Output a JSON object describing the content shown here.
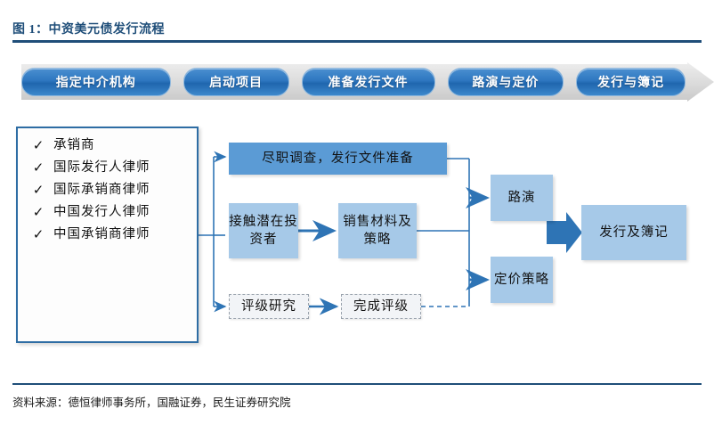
{
  "figure": {
    "title": "图 1：中资美元债发行流程",
    "source": "资料来源：德恒律师事务所，国融证券，民生证券研究院"
  },
  "colors": {
    "title_blue": "#1F4E79",
    "stage_blue": "#2e77c0",
    "box_mid_blue": "#5B9BD5",
    "box_light_blue": "#A6C9E8",
    "box_dashed_fill": "#F2F4F7",
    "arrow_blue": "#2E74B5",
    "banner_gray": "#D9D9D9"
  },
  "banner": {
    "name": "issuance-stage-banner",
    "stages": [
      {
        "label": "指定中介机构"
      },
      {
        "label": "启动项目"
      },
      {
        "label": "准备发行文件"
      },
      {
        "label": "路演与定价"
      },
      {
        "label": "发行与簿记"
      }
    ]
  },
  "checklist": {
    "name": "intermediaries-checklist",
    "check_glyph": "✓",
    "items": [
      {
        "label": "承销商"
      },
      {
        "label": "国际发行人律师"
      },
      {
        "label": "国际承销商律师"
      },
      {
        "label": "中国发行人律师"
      },
      {
        "label": "中国承销商律师"
      }
    ]
  },
  "flow": {
    "boxes": [
      {
        "id": "due-diligence",
        "label": "尽职调查，发行文件准备",
        "style": "mid-blue"
      },
      {
        "id": "contact-investors",
        "label": "接触潜在投资者",
        "style": "light-blue"
      },
      {
        "id": "sales-material",
        "label": "销售材料及策略",
        "style": "light-blue"
      },
      {
        "id": "rating-research",
        "label": "评级研究",
        "style": "dashed"
      },
      {
        "id": "rating-complete",
        "label": "完成评级",
        "style": "dashed"
      },
      {
        "id": "roadshow",
        "label": "路演",
        "style": "light-blue"
      },
      {
        "id": "pricing-strategy",
        "label": "定价策略",
        "style": "light-blue"
      },
      {
        "id": "issue-bookbuilding",
        "label": "发行及簿记",
        "style": "light-blue"
      }
    ]
  }
}
